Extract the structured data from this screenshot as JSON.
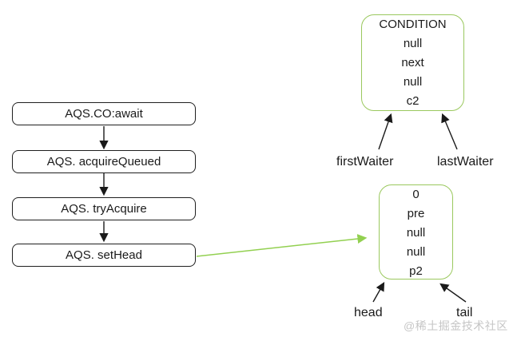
{
  "flowchart": {
    "steps": [
      {
        "label": "AQS.CO:await"
      },
      {
        "label": "AQS. acquireQueued"
      },
      {
        "label": "AQS. tryAcquire"
      },
      {
        "label": "AQS. setHead"
      }
    ]
  },
  "condition_node": {
    "lines": [
      "CONDITION",
      "null",
      "next",
      "null",
      "c2"
    ],
    "pointer_labels": {
      "first": "firstWaiter",
      "last": "lastWaiter"
    }
  },
  "queue_node": {
    "lines": [
      "0",
      "pre",
      "null",
      "null",
      "p2"
    ],
    "pointer_labels": {
      "head": "head",
      "tail": "tail"
    }
  },
  "watermark": "@稀土掘金技术社区",
  "colors": {
    "node_border_green": "#9ac85e",
    "arrow_green": "#92d050",
    "flow_box_border": "#1f1f1f",
    "text": "#1a1a1a",
    "watermark_gray": "#c6c6c6"
  }
}
